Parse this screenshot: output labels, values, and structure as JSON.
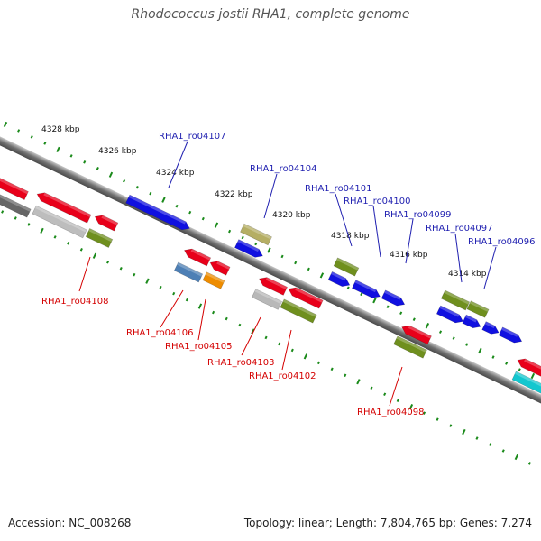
{
  "title": "Rhodococcus jostii RHA1, complete genome",
  "accession_text": "Accession: NC_008268",
  "summary_text": "Topology: linear; Length: 7,804,765 bp; Genes: 7,274",
  "colors": {
    "plus_label": "#1f1fb0",
    "minus_label": "#d40000",
    "tick": "#1a8a1a",
    "backbone": "#7a7a7a"
  },
  "ticks": [
    {
      "label": "4328 kbp"
    },
    {
      "label": "4326 kbp"
    },
    {
      "label": "4324 kbp"
    },
    {
      "label": "4322 kbp"
    },
    {
      "label": "4320 kbp"
    },
    {
      "label": "4318 kbp"
    },
    {
      "label": "4316 kbp"
    },
    {
      "label": "4314 kbp"
    }
  ],
  "gene_labels": [
    {
      "name": "RHA1_ro04107",
      "strand": "plus"
    },
    {
      "name": "RHA1_ro04104",
      "strand": "plus"
    },
    {
      "name": "RHA1_ro04101",
      "strand": "plus"
    },
    {
      "name": "RHA1_ro04100",
      "strand": "plus"
    },
    {
      "name": "RHA1_ro04099",
      "strand": "plus"
    },
    {
      "name": "RHA1_ro04097",
      "strand": "plus"
    },
    {
      "name": "RHA1_ro04096",
      "strand": "plus"
    },
    {
      "name": "RHA1_ro04108",
      "strand": "minus"
    },
    {
      "name": "RHA1_ro04106",
      "strand": "minus"
    },
    {
      "name": "RHA1_ro04105",
      "strand": "minus"
    },
    {
      "name": "RHA1_ro04103",
      "strand": "minus"
    },
    {
      "name": "RHA1_ro04102",
      "strand": "minus"
    },
    {
      "name": "RHA1_ro04098",
      "strand": "minus"
    }
  ]
}
